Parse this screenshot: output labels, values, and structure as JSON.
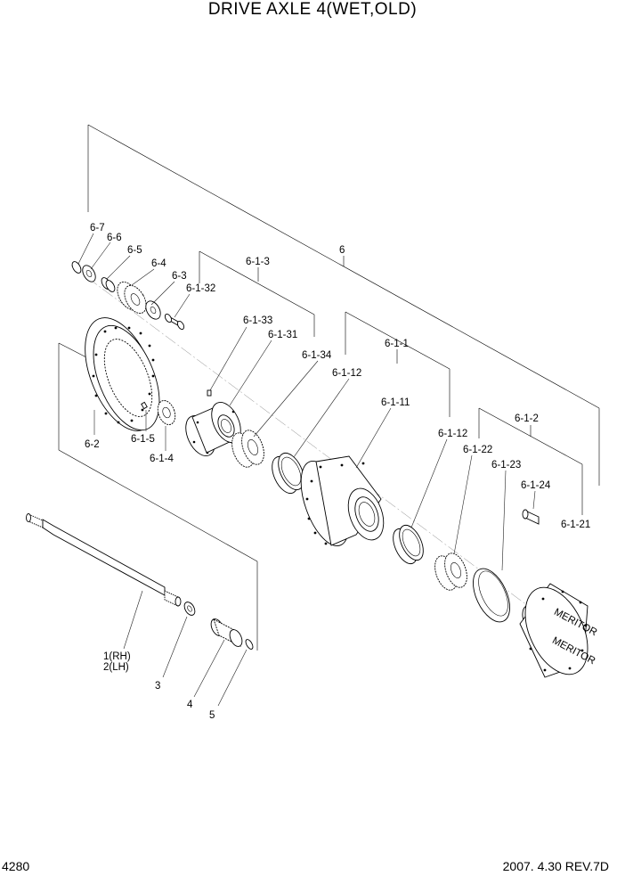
{
  "title": "DRIVE AXLE 4(WET,OLD)",
  "page_number": "4280",
  "revision": "2007. 4.30 REV.7D",
  "labels": {
    "l_6": "6",
    "l_6_7": "6-7",
    "l_6_6": "6-6",
    "l_6_5": "6-5",
    "l_6_4": "6-4",
    "l_6_3": "6-3",
    "l_6_1_3": "6-1-3",
    "l_6_1_32": "6-1-32",
    "l_6_1_33": "6-1-33",
    "l_6_1_31": "6-1-31",
    "l_6_1_34": "6-1-34",
    "l_6_1_1": "6-1-1",
    "l_6_1_12a": "6-1-12",
    "l_6_1_11": "6-1-11",
    "l_6_1_12b": "6-1-12",
    "l_6_1_2": "6-1-2",
    "l_6_1_22": "6-1-22",
    "l_6_1_23": "6-1-23",
    "l_6_1_24": "6-1-24",
    "l_6_1_21": "6-1-21",
    "l_6_2": "6-2",
    "l_6_1_5": "6-1-5",
    "l_6_1_4": "6-1-4",
    "l_1rh": "1(RH)",
    "l_2lh": "2(LH)",
    "l_3": "3",
    "l_4": "4",
    "l_5": "5"
  },
  "hub_marking_top": "MERITOR",
  "hub_marking_bottom": "MERITOR"
}
